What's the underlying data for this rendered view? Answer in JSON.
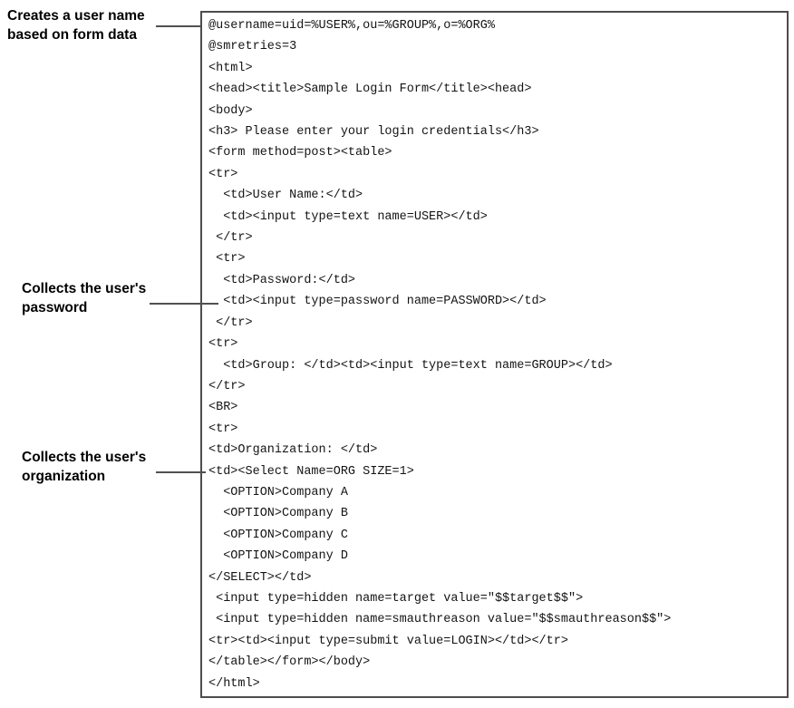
{
  "figure": {
    "kind": "annotated-code-listing",
    "colors": {
      "background": "#ffffff",
      "box_border": "#4d4d4d",
      "callout_line": "#515151",
      "code_text": "#141414",
      "label_text": "#000000"
    },
    "annotations": [
      {
        "label": "Creates a user name\nbased on form data",
        "points_to_line": 1
      },
      {
        "label": "Collects the user's\npassword",
        "points_to_line": 14
      },
      {
        "label": "Collects the user's\norganization",
        "points_to_line": 22
      }
    ],
    "code": {
      "lines": [
        "@username=uid=%USER%,ou=%GROUP%,o=%ORG%",
        "@smretries=3",
        "<html>",
        "<head><title>Sample Login Form</title><head>",
        "<body>",
        "<h3> Please enter your login credentials</h3>",
        "<form method=post><table>",
        "<tr>",
        "  <td>User Name:</td>",
        "  <td><input type=text name=USER></td>",
        " </tr>",
        " <tr>",
        "  <td>Password:</td>",
        "  <td><input type=password name=PASSWORD></td>",
        " </tr>",
        "<tr>",
        "  <td>Group: </td><td><input type=text name=GROUP></td>",
        "</tr>",
        "<BR>",
        "<tr>",
        "<td>Organization: </td>",
        "<td><Select Name=ORG SIZE=1>",
        "  <OPTION>Company A",
        "  <OPTION>Company B",
        "  <OPTION>Company C",
        "  <OPTION>Company D",
        "</SELECT></td>",
        " <input type=hidden name=target value=\"$$target$$\">",
        " <input type=hidden name=smauthreason value=\"$$smauthreason$$\">",
        "<tr><td><input type=submit value=LOGIN></td></tr>",
        "</table></form></body>",
        "</html>"
      ]
    }
  }
}
